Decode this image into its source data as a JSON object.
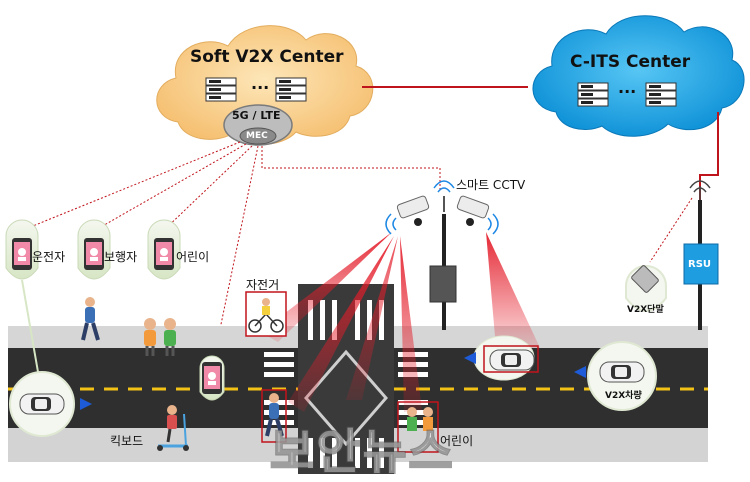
{
  "soft_center": {
    "title": "Soft V2X Center",
    "network": "5G / LTE",
    "edge": "MEC",
    "ellipsis": "..."
  },
  "cits_center": {
    "title": "C-ITS Center",
    "ellipsis": "..."
  },
  "cctv": {
    "label": "스마트 CCTV"
  },
  "rsu": {
    "label": "RSU"
  },
  "users": {
    "driver": "운전자",
    "pedestrian": "보행자",
    "child": "어린이",
    "bicycle": "자전거",
    "kickboard": "킥보드",
    "child_bottom": "어린이"
  },
  "v2x": {
    "terminal": "V2X단말",
    "vehicle": "V2X차량"
  },
  "watermark": "보안뉴스",
  "colors": {
    "soft_cloud": "#f7cf8d",
    "cits_cloud": "#1fa9e6",
    "link_line": "#c0141c",
    "beam": "#e41d2a",
    "road": "#2f2f2f",
    "lane": "#f2c316",
    "sidewalk": "#d6d6d6"
  }
}
